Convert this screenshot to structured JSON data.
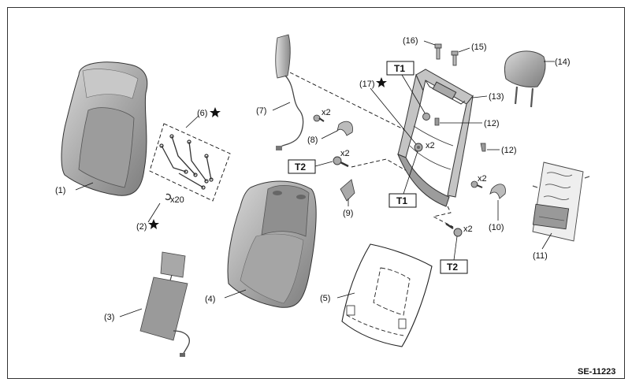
{
  "figure_code": "SE-11223",
  "labels": {
    "l1": "(1)",
    "l2": "(2)",
    "l3": "(3)",
    "l4": "(4)",
    "l5": "(5)",
    "l6": "(6)",
    "l7": "(7)",
    "l8": "(8)",
    "l9": "(9)",
    "l10": "(10)",
    "l11": "(11)",
    "l12a": "(12)",
    "l12b": "(12)",
    "l13": "(13)",
    "l14": "(14)",
    "l15": "(15)",
    "l16": "(16)",
    "l17": "(17)"
  },
  "quantities": {
    "q2": "x20",
    "q8": "x2",
    "q17": "x2",
    "qT2a": "x2",
    "q10": "x2",
    "qT2b": "x2"
  },
  "torque_boxes": {
    "t1a": "T1",
    "t1b": "T1",
    "t2a": "T2",
    "t2b": "T2"
  },
  "colors": {
    "ink": "#111111",
    "part_fill": "#b8b8b8",
    "part_dark": "#8e8e8e",
    "part_light": "#d6d6d6"
  },
  "icons": [
    "star-icon"
  ]
}
